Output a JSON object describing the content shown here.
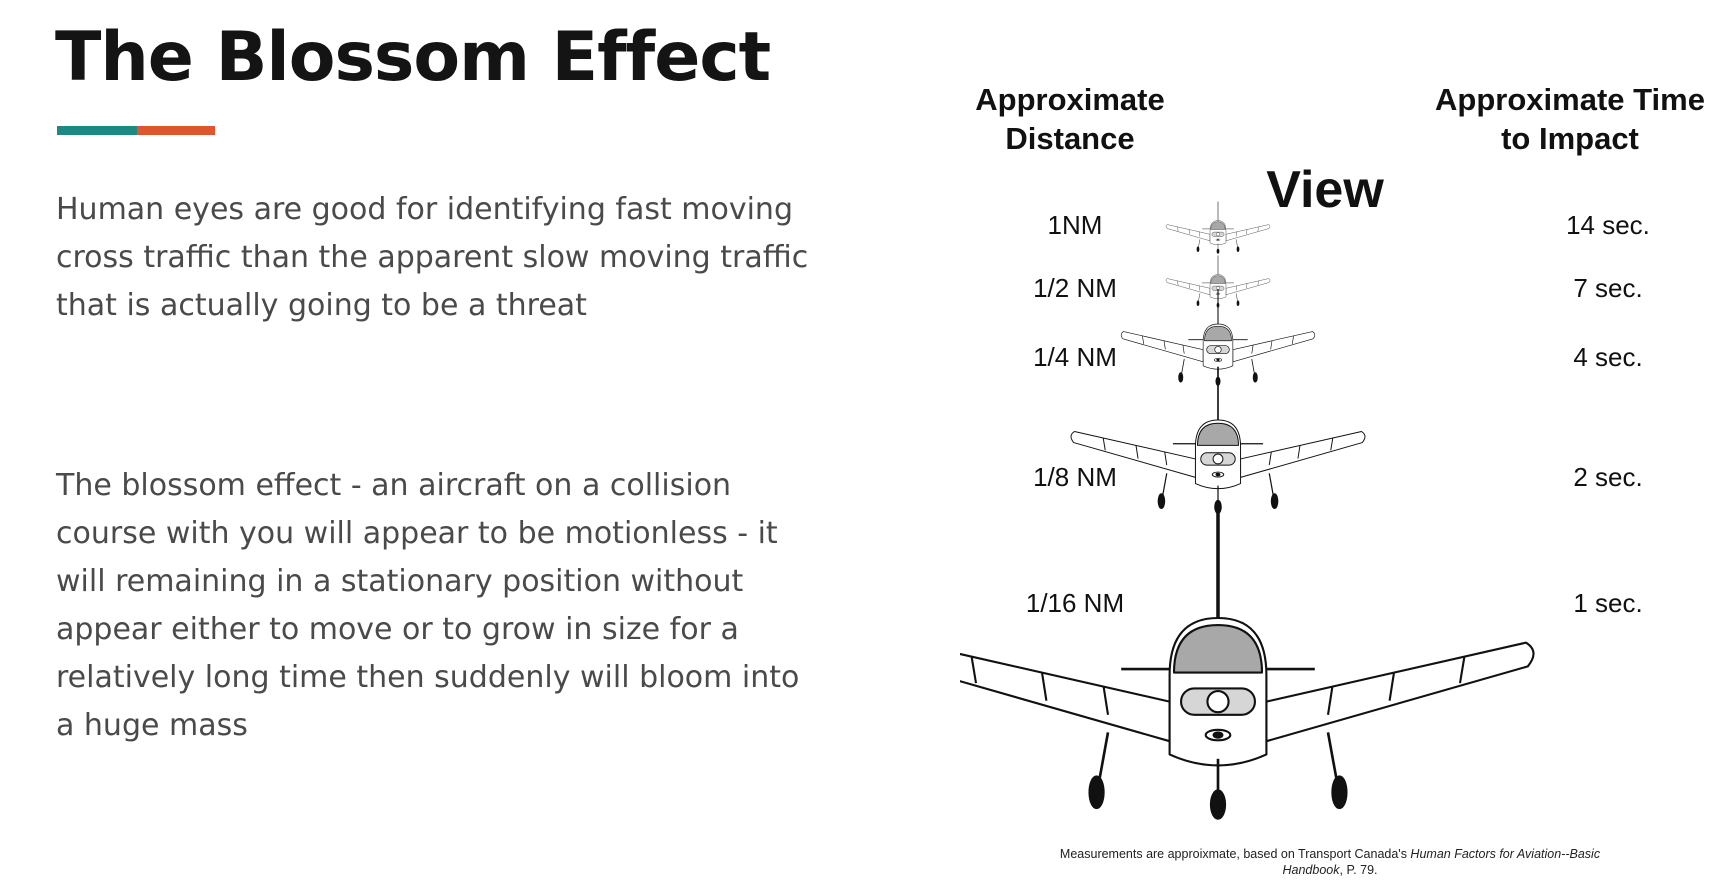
{
  "slide": {
    "title": "The Blossom Effect",
    "accent_colors": {
      "teal": "#1a8a82",
      "orange": "#e0552a"
    },
    "paragraphs": [
      "Human eyes are good for identifying fast moving cross traffic than the apparent slow moving traffic that is actually going to be a threat",
      "The blossom effect - an aircraft on a collision course with you will appear to be motionless - it will remaining in a stationary position without appear either to move or to grow in size for a relatively long time then suddenly will bloom into a huge mass"
    ]
  },
  "figure": {
    "header_distance": "Approximate Distance",
    "header_view": "View",
    "header_time": "Approximate Time to Impact",
    "rows": [
      {
        "distance": "1NM",
        "time": "14 sec."
      },
      {
        "distance": "1/2 NM",
        "time": "7 sec."
      },
      {
        "distance": "1/4 NM",
        "time": "4 sec."
      },
      {
        "distance": "1/8 NM",
        "time": "2 sec."
      },
      {
        "distance": "1/16 NM",
        "time": "1 sec."
      }
    ],
    "footnote_prefix": "Measurements are approixmate, based on Transport Canada's ",
    "footnote_italic": "Human Factors for Aviation--Basic Handbook",
    "footnote_suffix": ", P. 79."
  }
}
